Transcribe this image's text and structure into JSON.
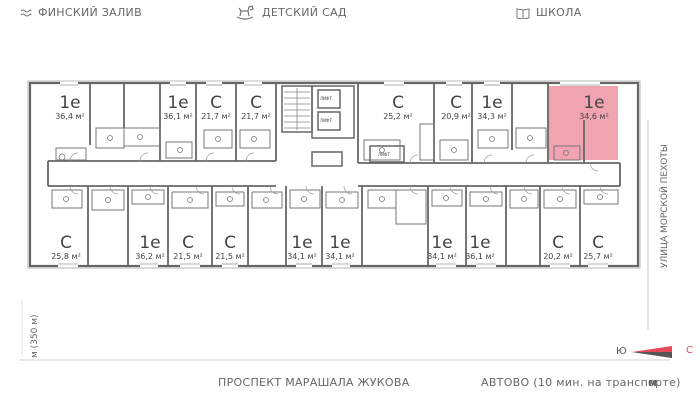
{
  "top_bar": {
    "gulf_label": "ФИНСКИЙ ЗАЛИВ",
    "kindergarten_label": "ДЕТСКИЙ САД",
    "school_label": "ШКОЛА"
  },
  "streets": {
    "right_street": "УЛИЦА МОРСКОЙ ПЕХОТЫ",
    "bottom_street": "ПРОСПЕКТ МАРАШАЛА ЖУКОВА",
    "metro_station": "АВТОВО (10 мин. на транспорте)",
    "metro_symbol": "м",
    "left_distance": "м (350 м)"
  },
  "compass": {
    "south": "Ю",
    "north": "С"
  },
  "lifts": [
    "ЛИФТ",
    "ЛИФТ",
    "ЛИФТ"
  ],
  "highlight_color": "#f0a3b0",
  "units_top": [
    {
      "type": "1е",
      "area": "36,4 м²"
    },
    {
      "type": "1е",
      "area": "36,1 м²"
    },
    {
      "type": "С",
      "area": "21,7 м²"
    },
    {
      "type": "С",
      "area": "21,7 м²"
    },
    {
      "type": "С",
      "area": "25,2 м²"
    },
    {
      "type": "С",
      "area": "20,9 м²"
    },
    {
      "type": "1е",
      "area": "34,3 м²"
    },
    {
      "type": "1е",
      "area": "34,6 м²",
      "highlighted": true
    }
  ],
  "units_bottom": [
    {
      "type": "С",
      "area": "25,8 м²"
    },
    {
      "type": "1е",
      "area": "36,2 м²"
    },
    {
      "type": "С",
      "area": "21,5 м²"
    },
    {
      "type": "С",
      "area": "21,5 м²"
    },
    {
      "type": "1е",
      "area": "34,1 м²"
    },
    {
      "type": "1е",
      "area": "34,1 м²"
    },
    {
      "type": "1е",
      "area": "34,1 м²"
    },
    {
      "type": "1е",
      "area": "36,1 м²"
    },
    {
      "type": "С",
      "area": "20,2 м²"
    },
    {
      "type": "С",
      "area": "25,7 м²"
    }
  ]
}
